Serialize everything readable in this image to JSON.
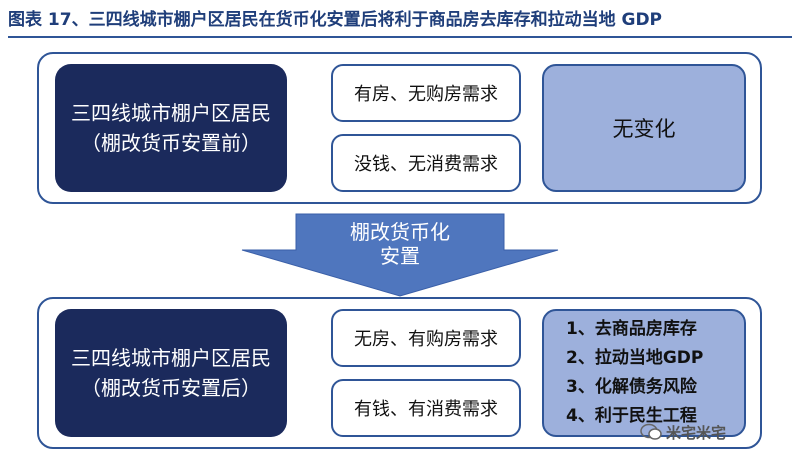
{
  "title": "图表 17、三四线城市棚户区居民在货币化安置后将利于商品房去库存和拉动当地 GDP",
  "before": {
    "resident_line1": "三四线城市棚户区居民",
    "resident_line2": "（棚改货币安置前）",
    "condition_1": "有房、无购房需求",
    "condition_2": "没钱、无消费需求",
    "result": "无变化"
  },
  "arrow": {
    "line1": "棚改货币化",
    "line2": "安置",
    "color": "#4f76be"
  },
  "after": {
    "resident_line1": "三四线城市棚户区居民",
    "resident_line2": "（棚改货币安置后）",
    "condition_1": "无房、有购房需求",
    "condition_2": "有钱、有消费需求",
    "results": [
      "1、去商品房库存",
      "2、拉动当地GDP",
      "3、化解债务风险",
      "4、利于民生工程"
    ]
  },
  "watermark": "米宅米宅",
  "colors": {
    "title": "#1f3e7a",
    "panel_border": "#2f5597",
    "resident_fill": "#1b2a5c",
    "result_fill": "#9db0dc"
  }
}
